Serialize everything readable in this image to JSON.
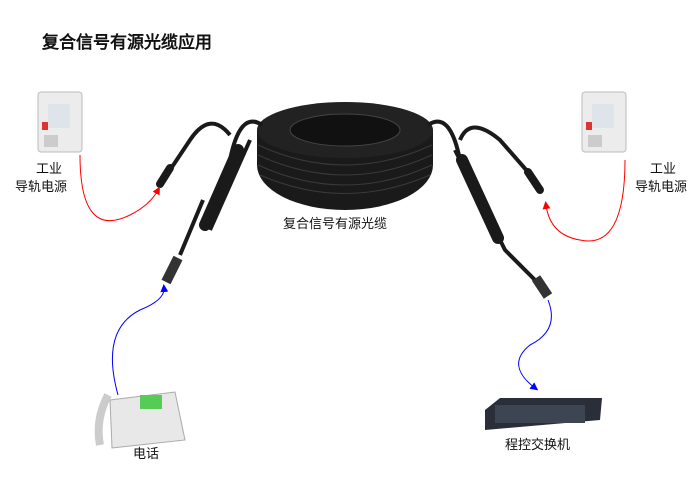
{
  "title": "复合信号有源光缆应用",
  "left_power": {
    "line1": "工业",
    "line2": "导轨电源"
  },
  "right_power": {
    "line1": "工业",
    "line2": "导轨电源"
  },
  "cable_label": "复合信号有源光缆",
  "phone_label": "电话",
  "switch_label": "程控交换机",
  "colors": {
    "power_link": "#ff0000",
    "signal_link": "#0000ff",
    "cable": "#1a1a1a"
  }
}
